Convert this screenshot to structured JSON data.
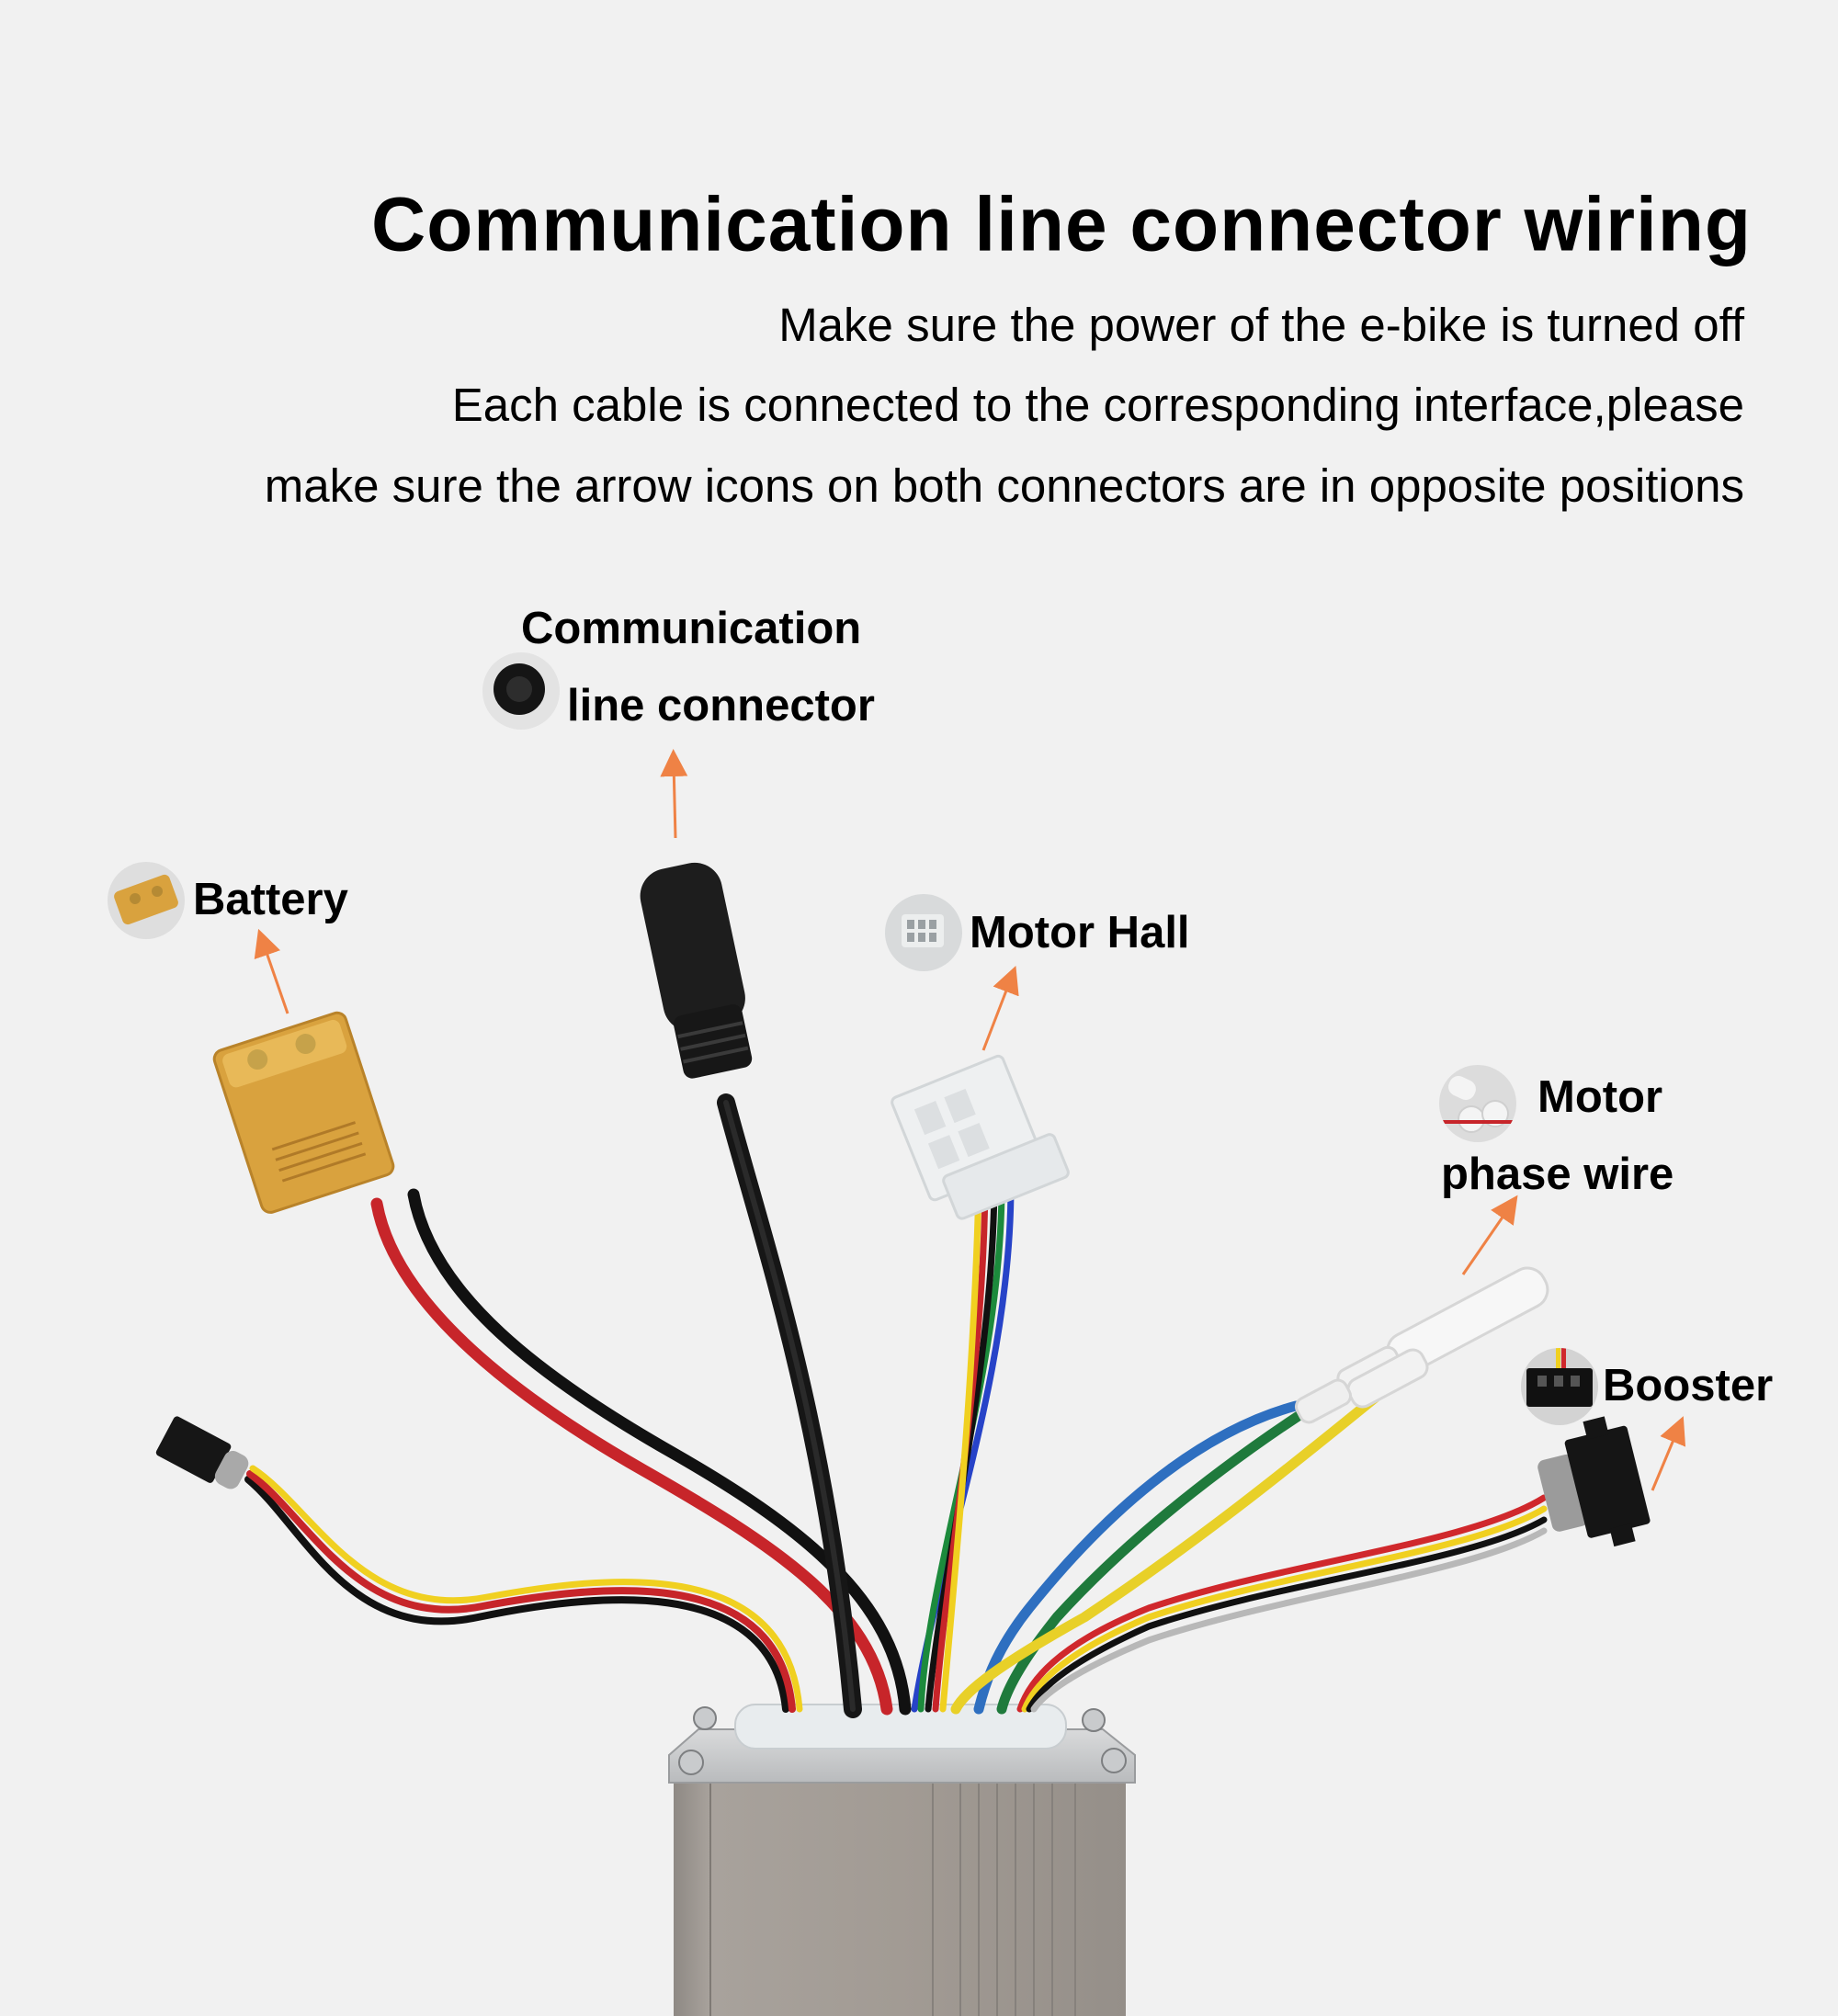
{
  "header": {
    "title": "Communication line connector wiring",
    "instructions": [
      "Make sure the power of the e-bike is turned off",
      "Each cable is connected to the corresponding interface,please",
      "make sure the arrow icons on both connectors are in opposite positions"
    ]
  },
  "labels": {
    "communication_line_1": "Communication",
    "communication_line_2": "line connector",
    "battery": "Battery",
    "motor_hall": "Motor Hall",
    "motor_phase_1": "Motor",
    "motor_phase_2": "phase wire",
    "booster": "Booster"
  },
  "colors": {
    "background": "#f1f1f1",
    "arrow": "#ef8245",
    "text": "#000000",
    "connector_battery": "#d9a23e",
    "controller_body": "#a09a93"
  }
}
